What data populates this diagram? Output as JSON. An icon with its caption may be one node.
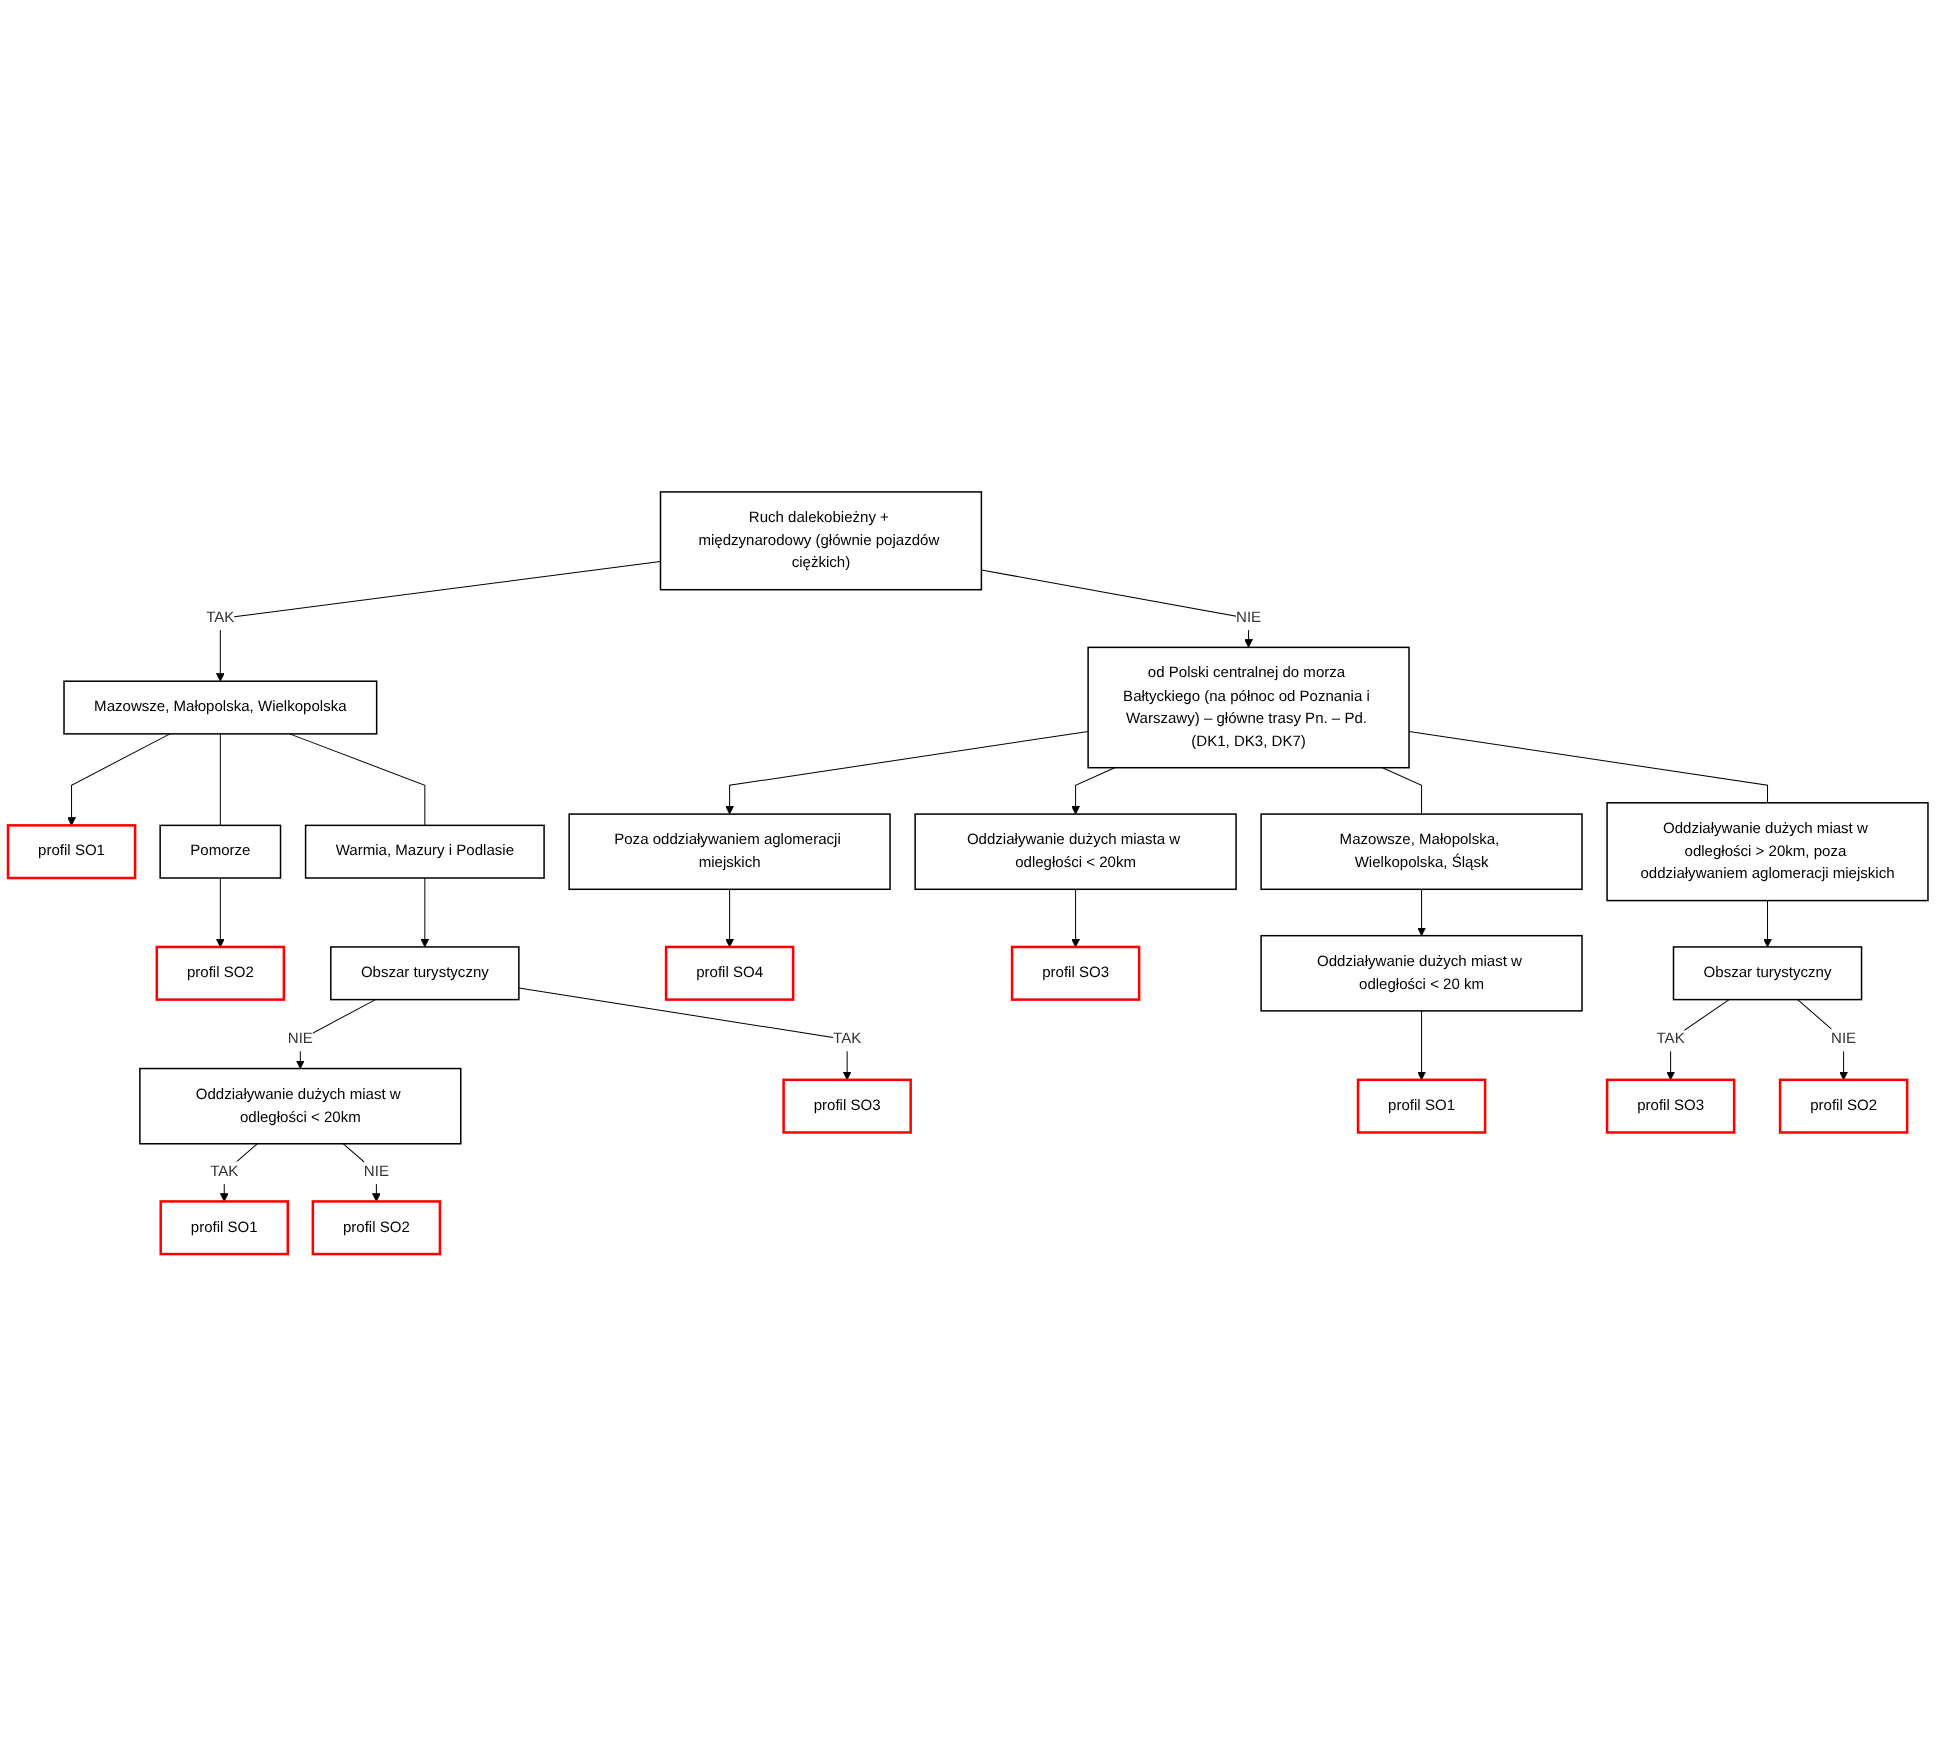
{
  "diagram": {
    "nodes": [
      {
        "text": [
          "Ruch dalekobieżny + międzynarodowy (głównie pojazdów ciężkich)"
        ]
      },
      {
        "text": [
          "Mazowsze, Małopolska, Wielkopolska"
        ]
      },
      {
        "text": [
          "profil SO1"
        ]
      },
      {
        "text": [
          "Pomorze"
        ]
      },
      {
        "text": [
          "profil SO2"
        ]
      },
      {
        "text": [
          "Warmia, Mazury i Podlasie"
        ]
      },
      {
        "text": [
          "Obszar turystyczny"
        ]
      },
      {
        "text": [
          "Oddziaływanie dużych miast w odległości < 20km"
        ]
      },
      {
        "text": [
          "profil SO3"
        ]
      },
      {
        "text": [
          "profil SO1"
        ]
      },
      {
        "text": [
          "profil SO2"
        ]
      },
      {
        "text": [
          "od Polski centralnej do morza Bałtyckiego (na północ od Poznania i Warszawy) – główne trasy Pn. – Pd. (DK1, DK3, DK7)"
        ]
      },
      {
        "text": [
          "Poza oddziaływaniem aglomeracji miejskich"
        ]
      },
      {
        "text": [
          "Oddziaływanie dużych miasta w odległości < 20km"
        ]
      },
      {
        "text": [
          "profil SO4"
        ]
      },
      {
        "text": [
          "profil SO3"
        ]
      },
      {
        "text": [
          "Mazowsze, Małopolska, Wielkopolska, Śląsk"
        ]
      },
      {
        "text": [
          "Oddziaływanie dużych miast w odległości < 20 km"
        ]
      },
      {
        "text": [
          "profil SO1"
        ]
      },
      {
        "text": [
          "Oddziaływanie dużych miast w odległości > 20km, poza oddziaływaniem aglomeracji miejskich"
        ]
      },
      {
        "text": [
          "Obszar turystyczny"
        ]
      },
      {
        "text": [
          "profil SO3"
        ]
      },
      {
        "text": [
          "profil SO2"
        ]
      }
    ],
    "edges": [
      {
        "from": 0,
        "to": 1,
        "arrow": "to",
        "label": "TAK"
      },
      {
        "from": 0,
        "to": 11,
        "arrow": "to",
        "label": "NIE"
      },
      {
        "from": 1,
        "to": 2,
        "arrow": "to"
      },
      {
        "from": 1,
        "to": 3,
        "arrow": "none"
      },
      {
        "from": 1,
        "to": 5,
        "arrow": "none"
      },
      {
        "from": 3,
        "to": 4,
        "arrow": "to"
      },
      {
        "from": 5,
        "to": 6,
        "arrow": "to"
      },
      {
        "from": 6,
        "to": 7,
        "arrow": "to",
        "label": "NIE"
      },
      {
        "from": 6,
        "to": 8,
        "arrow": "to",
        "label": "TAK"
      },
      {
        "from": 7,
        "to": 9,
        "arrow": "to",
        "label": "TAK"
      },
      {
        "from": 7,
        "to": 10,
        "arrow": "to",
        "label": "NIE"
      },
      {
        "from": 11,
        "to": 12,
        "arrow": "to"
      },
      {
        "from": 11,
        "to": 13,
        "arrow": "to"
      },
      {
        "from": 11,
        "to": 16,
        "arrow": "none"
      },
      {
        "from": 11,
        "to": 19,
        "arrow": "none"
      },
      {
        "from": 12,
        "to": 14,
        "arrow": "to"
      },
      {
        "from": 13,
        "to": 15,
        "arrow": "to"
      },
      {
        "from": 16,
        "to": 17,
        "arrow": "to"
      },
      {
        "from": 17,
        "to": 18,
        "arrow": "to"
      },
      {
        "from": 19,
        "to": 20,
        "arrow": "to"
      },
      {
        "from": 20,
        "to": 21,
        "arrow": "to",
        "label": "TAK"
      },
      {
        "from": 20,
        "to": 22,
        "arrow": "to",
        "label": "NIE"
      }
    ]
  }
}
